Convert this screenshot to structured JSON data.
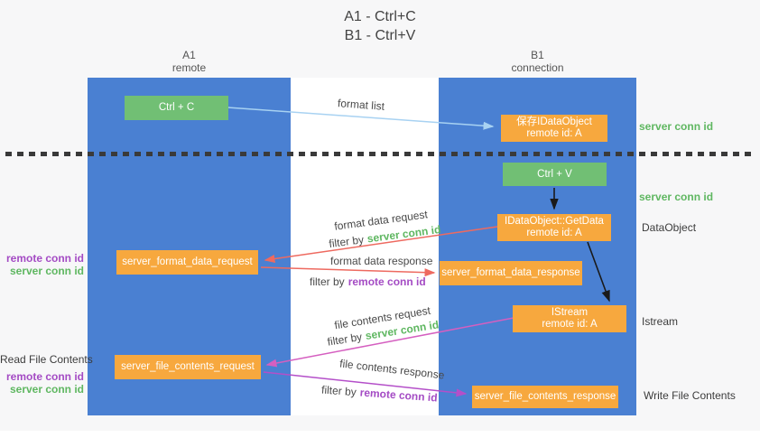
{
  "title": {
    "line1": "A1 - Ctrl+C",
    "line2": "B1 - Ctrl+V"
  },
  "lanes": {
    "left": {
      "name": "A1",
      "role": "remote"
    },
    "right": {
      "name": "B1",
      "role": "connection"
    }
  },
  "nodes": {
    "ctrl_c": {
      "label": "Ctrl + C"
    },
    "ctrl_v": {
      "label": "Ctrl + V"
    },
    "save_idataobject": {
      "line1": "保存IDataObject",
      "line2": "remote id: A"
    },
    "getdata": {
      "line1": "IDataObject::GetData",
      "line2": "remote id: A"
    },
    "istream": {
      "line1": "IStream",
      "line2": "remote id: A"
    },
    "server_format_data_request": {
      "label": "server_format_data_request"
    },
    "server_format_data_response": {
      "label": "server_format_data_response"
    },
    "server_file_contents_request": {
      "label": "server_file_contents_request"
    },
    "server_file_contents_response": {
      "label": "server_file_contents_response"
    }
  },
  "arrow_labels": {
    "format_list": "format list",
    "format_data_request": "format data request",
    "format_data_response": "format data response",
    "file_contents_request": "file contents request",
    "file_contents_response": "file contents response",
    "filter_by": "filter by",
    "server_conn_id": "server conn id",
    "remote_conn_id": "remote conn id"
  },
  "side_labels": {
    "server_conn_id_top": "server conn id",
    "server_conn_id_mid": "server conn id",
    "dataobject": "DataObject",
    "istream": "Istream",
    "read_file_contents": "Read File Contents",
    "write_file_contents": "Write File Contents",
    "remote_conn_id": "remote conn id",
    "server_conn_id": "server conn id"
  },
  "colors": {
    "lane_blue": "#4a80d2",
    "node_green": "#71bf74",
    "node_orange": "#f7a83e",
    "arrow_red": "#ee6a60",
    "arrow_pink": "#d55fc0",
    "arrow_purple": "#b44fc9",
    "arrow_lightblue": "#a8d2f2",
    "arrow_black": "#1a1a1a",
    "text_green": "#5fb761",
    "text_purple": "#a44bc4"
  }
}
